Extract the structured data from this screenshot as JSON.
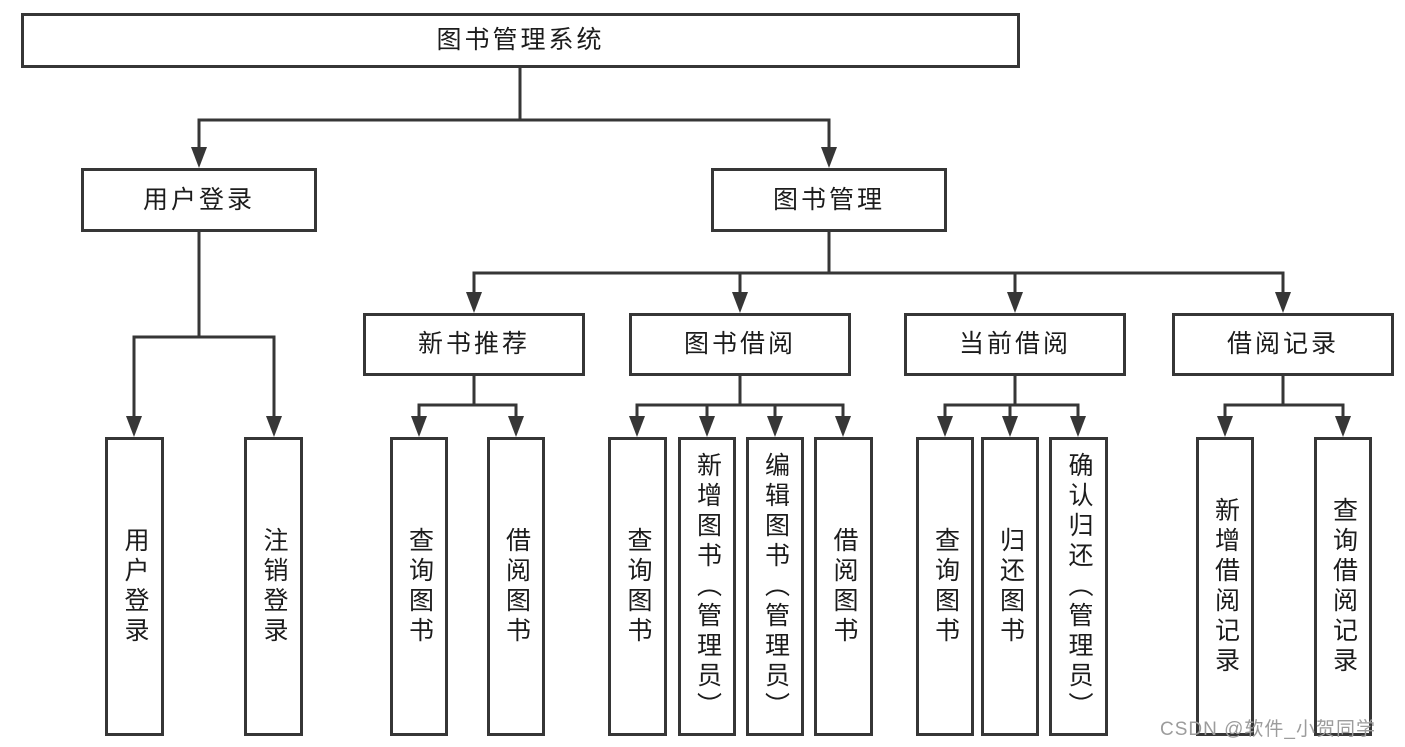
{
  "diagram": {
    "title": "图书管理系统",
    "level2": {
      "user_login": "用户登录",
      "book_mgmt": "图书管理"
    },
    "level3": {
      "new_book": "新书推荐",
      "book_borrow": "图书借阅",
      "current_borrow": "当前借阅",
      "borrow_record": "借阅记录"
    },
    "level4": {
      "user_login_children": [
        "用户登录",
        "注销登录"
      ],
      "new_book_children": [
        "查询图书",
        "借阅图书"
      ],
      "book_borrow_children": [
        "查询图书",
        "新增图书（管理员）",
        "编辑图书（管理员）",
        "借阅图书"
      ],
      "current_borrow_children": [
        "查询图书",
        "归还图书",
        "确认归还（管理员）"
      ],
      "borrow_record_children": [
        "新增借阅记录",
        "查询借阅记录"
      ]
    }
  },
  "watermark": {
    "text": "CSDN @软件_小贺同学",
    "color": "#9c9c9c"
  },
  "colors": {
    "line": "#363636",
    "box_border": "#363636",
    "text": "#1c1c1c",
    "background": "#ffffff"
  }
}
